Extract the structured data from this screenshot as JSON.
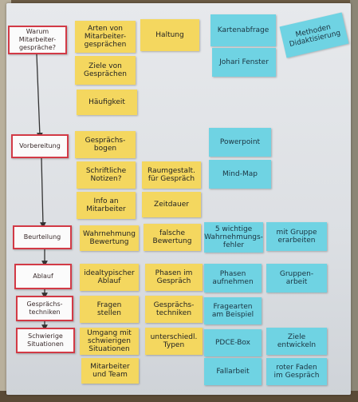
{
  "process_boxes": [
    "Warum\nMitarbeiter-\ngespräche?",
    "Vorbereitung",
    "Beurteilung",
    "Ablauf",
    "Gesprächs-\ntechniken",
    "Schwierige\nSituationen"
  ],
  "yellow_col1": [
    "Arten von\nMitarbeiter-\ngesprächen",
    "Ziele von\nGesprächen",
    "Häufigkeit",
    "Gesprächs-\nbogen",
    "Schriftliche\nNotizen?",
    "Info an\nMitarbeiter",
    "Wahrnehmung\nBewertung",
    "idealtypischer\nAblauf",
    "Fragen\nstellen",
    "Umgang mit\nschwierigen\nSituationen",
    "Mitarbeiter\nund Team"
  ],
  "yellow_col2": [
    "Haltung",
    "Raumgestalt.\nfür Gespräch",
    "Zeitdauer",
    "falsche\nBewertung",
    "Phasen im\nGespräch",
    "Gesprächs-\ntechniken",
    "unterschiedl.\nTypen"
  ],
  "blue_col1": [
    "Kartenabfrage",
    "Johari Fenster",
    "Powerpoint",
    "Mind-Map",
    "5 wichtige\nWahrnehmungs-\nfehler",
    "Phasen\naufnehmen",
    "Fragearten\nam Beispiel",
    "PDCE-Box",
    "Fallarbeit"
  ],
  "blue_col2": [
    "Methoden\nDidaktisierung",
    "mit Gruppe\nerarbeiten",
    "Gruppen-\narbeit",
    "Ziele entwickeln",
    "roter Faden\nim Gespräch"
  ]
}
